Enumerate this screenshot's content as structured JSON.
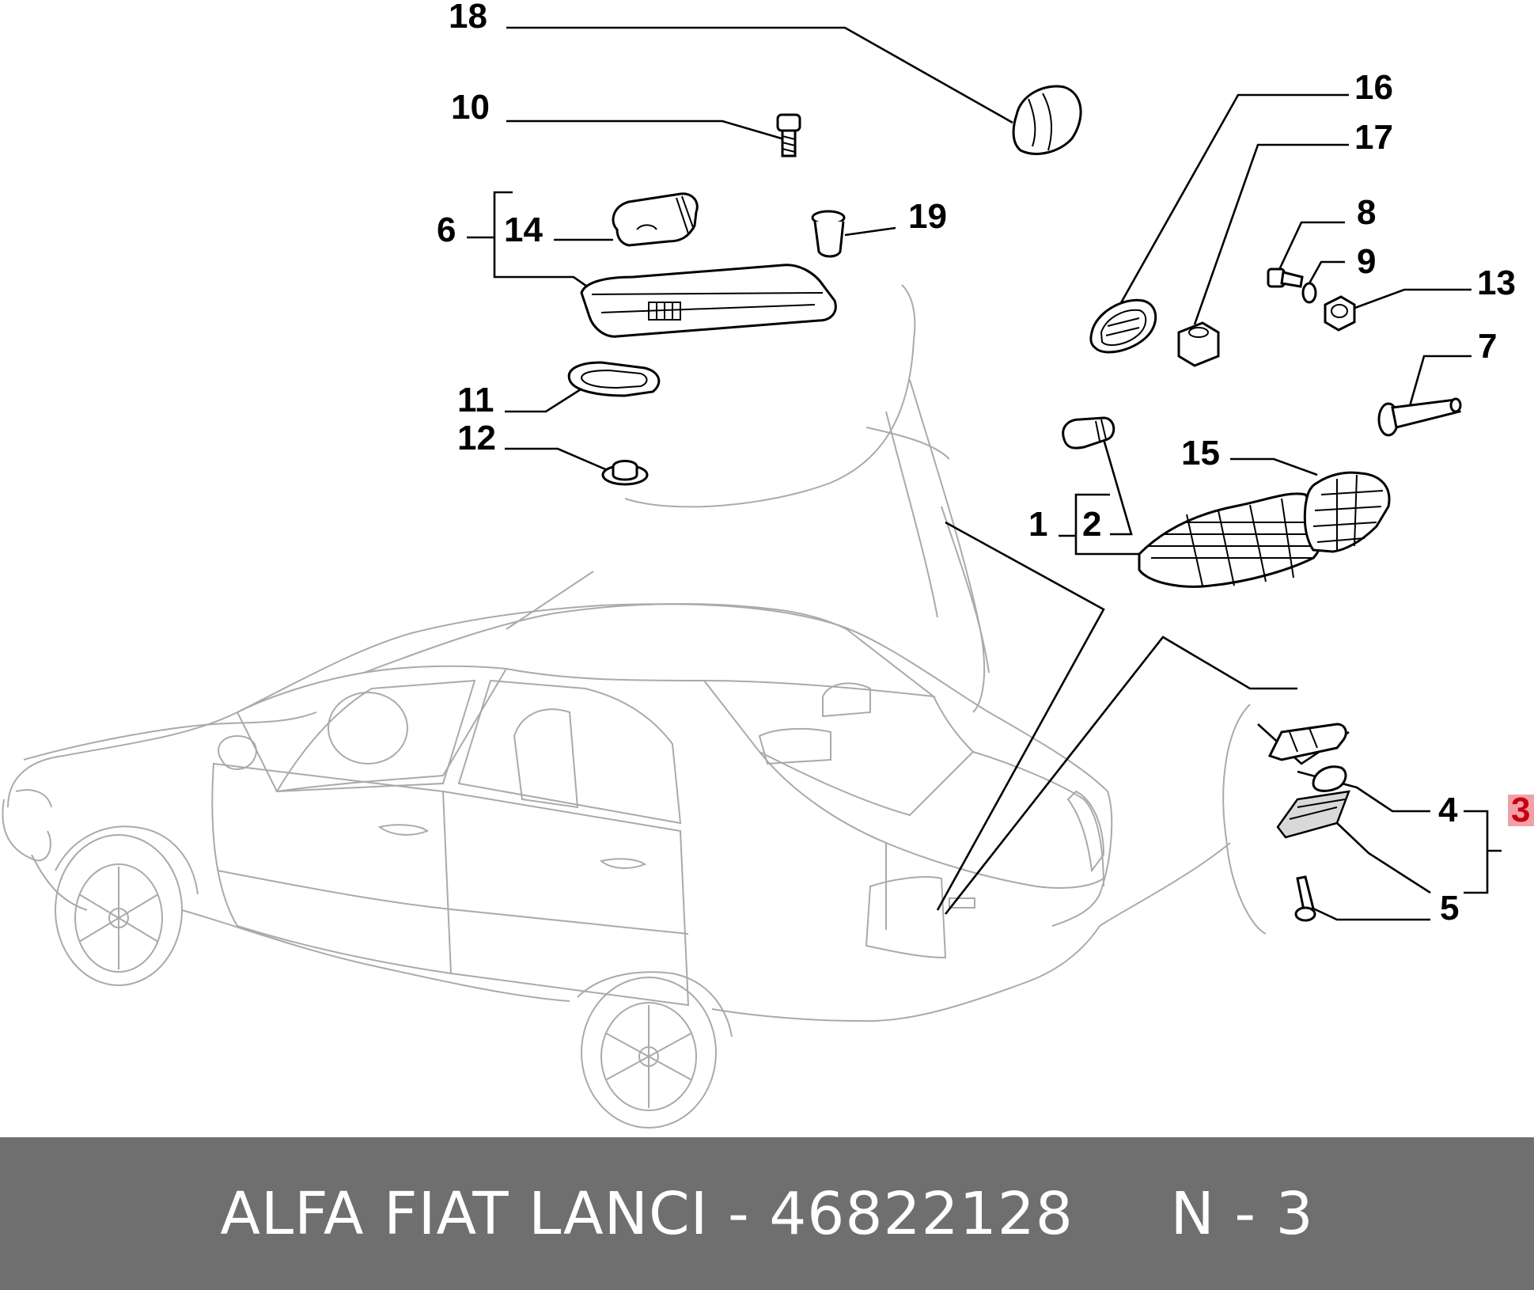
{
  "callouts": {
    "c1": "1",
    "c2": "2",
    "c3": "3",
    "c4": "4",
    "c5": "5",
    "c6": "6",
    "c7": "7",
    "c8": "8",
    "c9": "9",
    "c10": "10",
    "c11": "11",
    "c12": "12",
    "c13": "13",
    "c14": "14",
    "c15": "15",
    "c16": "16",
    "c17": "17",
    "c18": "18",
    "c19": "19"
  },
  "highlighted_callout": "3",
  "colors": {
    "highlight": "#c8000f",
    "footer_bg": "#6f6f6f",
    "footer_text": "#ffffff"
  },
  "footer": {
    "text": "ALFA FIAT LANCI - 46822128     N - 3"
  }
}
